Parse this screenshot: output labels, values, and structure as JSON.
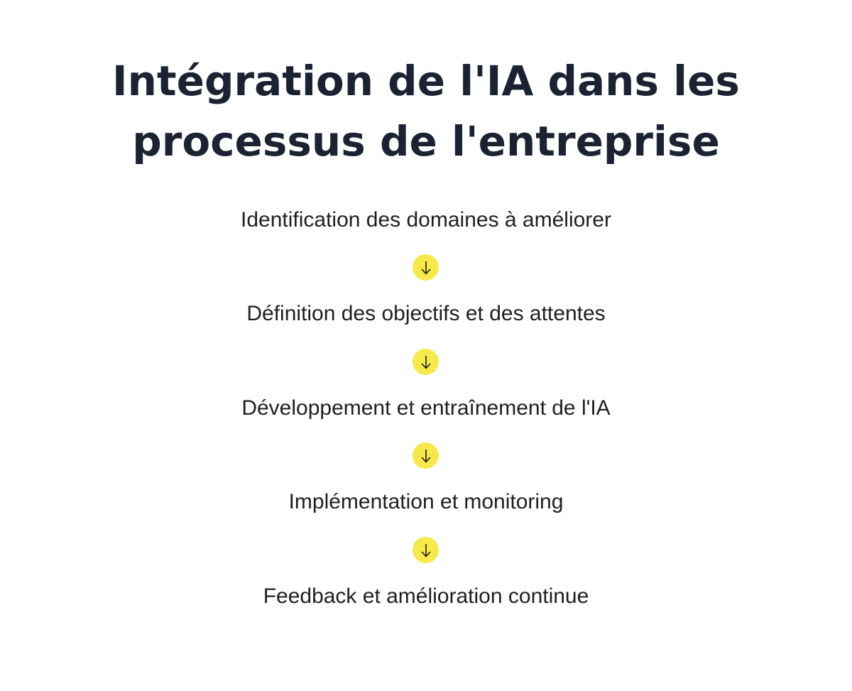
{
  "diagram": {
    "title_line1": "Intégration de l'IA dans les",
    "title_line2": "processus de l'entreprise",
    "steps": [
      {
        "label": "Identification des domaines à améliorer"
      },
      {
        "label": "Définition des objectifs et des attentes"
      },
      {
        "label": "Développement et entraînement de l'IA"
      },
      {
        "label": "Implémentation et monitoring"
      },
      {
        "label": "Feedback et amélioration continue"
      }
    ],
    "connector_icon": "arrow-down-icon",
    "colors": {
      "title": "#1b2232",
      "text": "#1f1f1f",
      "accent": "#f8e94a",
      "background": "#ffffff"
    }
  }
}
